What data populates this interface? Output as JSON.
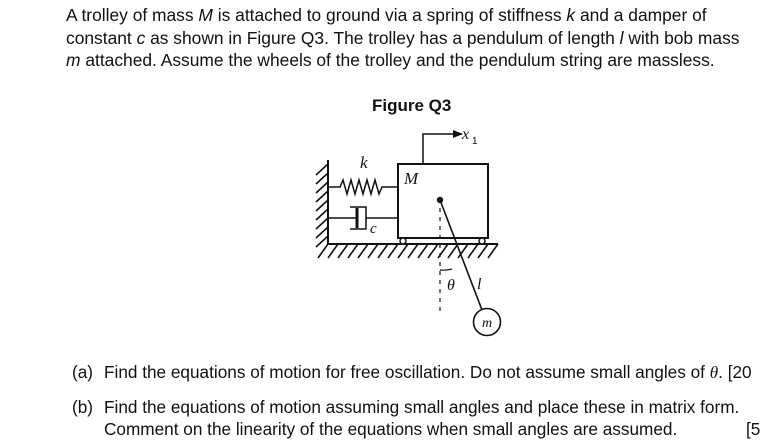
{
  "intro": {
    "line1": {
      "a": "A trolley of mass ",
      "M": "M",
      "b": " is attached to ground via a spring of stiffness ",
      "k": "k",
      "c": " and a damper of"
    },
    "line2": {
      "a": "constant ",
      "c": "c",
      "b": " as shown in Figure Q3. The trolley has a pendulum of length ",
      "l": "l",
      "d": " with bob mass"
    },
    "line3": {
      "m": "m",
      "a": " attached. Assume the wheels of the trolley and the pendulum string are massless."
    }
  },
  "figure": {
    "title": "Figure Q3",
    "labels": {
      "x": "x",
      "x_sub": "1",
      "k": "k",
      "M": "M",
      "c": "c",
      "theta": "θ",
      "l": "l",
      "m": "m"
    }
  },
  "questions": {
    "a": {
      "label": "(a)",
      "text": "Find the equations of motion for free oscillation. Do not assume small angles of ",
      "theta": "θ",
      "end": ". [20"
    },
    "b": {
      "label": "(b)",
      "line1": "Find the equations of motion assuming small angles and place these in matrix form.",
      "line2": "Comment on the linearity of the equations when small angles are assumed.",
      "marks": "[5"
    }
  }
}
